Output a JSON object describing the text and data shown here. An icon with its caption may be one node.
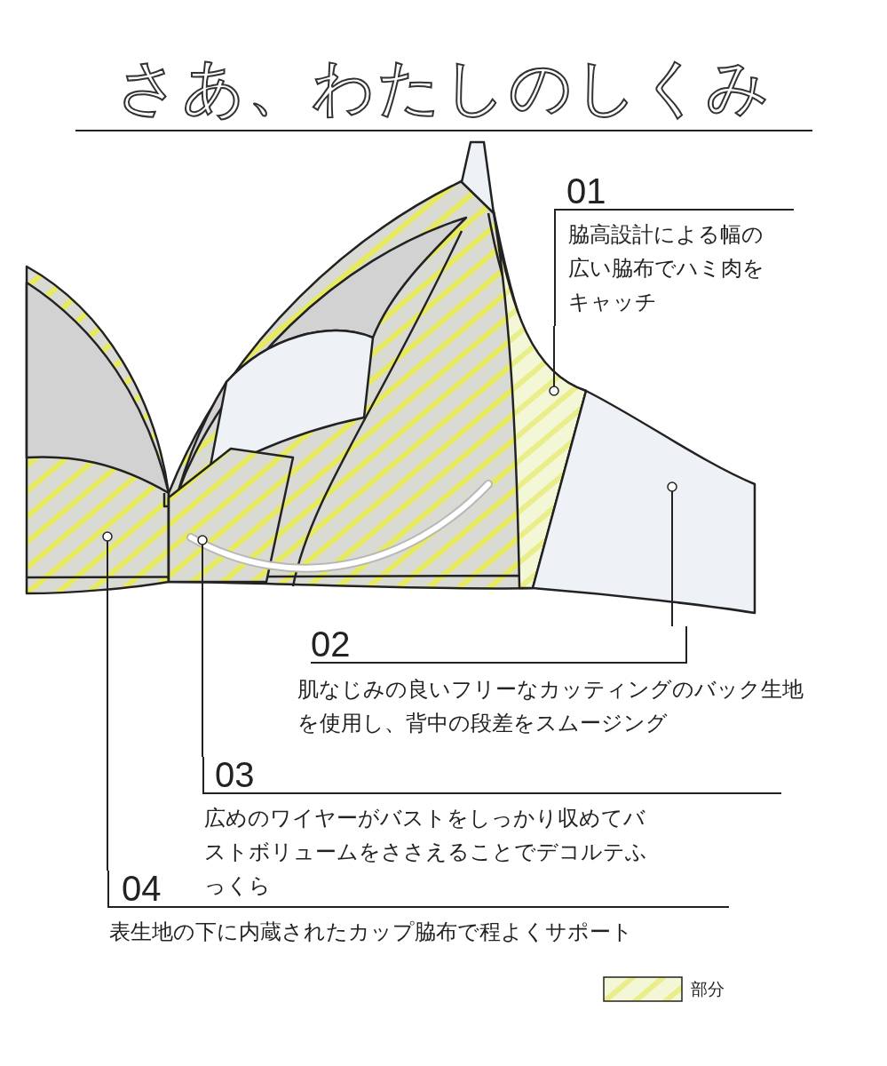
{
  "diagram": {
    "title": "さあ、わたしのしくみ",
    "nodes": [
      {
        "text": [
          "01",
          "脇高設計による幅の広い脇布でハミ肉をキャッチ"
        ]
      },
      {
        "text": [
          "02",
          "肌なじみの良いフリーなカッティングのバック生地を使用し、背中の段差をスムージング"
        ]
      },
      {
        "text": [
          "03",
          "広めのワイヤーがバストをしっかり収めてバストボリュームをささえることでデコルテふっくら"
        ]
      },
      {
        "text": [
          "04",
          "表生地の下に内蔵されたカップ脇布で程よくサポート"
        ]
      },
      {
        "text": [],
        "shape": "picture"
      },
      {
        "text": [],
        "shape": "picture"
      },
      {
        "text": [],
        "shape": "picture"
      },
      {
        "text": [],
        "shape": "picture"
      }
    ],
    "edges": [
      {
        "from": 0,
        "to": 4,
        "arrow": "other"
      },
      {
        "from": 1,
        "to": 5,
        "arrow": "other"
      },
      {
        "from": 2,
        "to": 6,
        "arrow": "other"
      },
      {
        "from": 3,
        "to": 7,
        "arrow": "other"
      }
    ],
    "legend": [
      {
        "text": "部分"
      }
    ]
  }
}
